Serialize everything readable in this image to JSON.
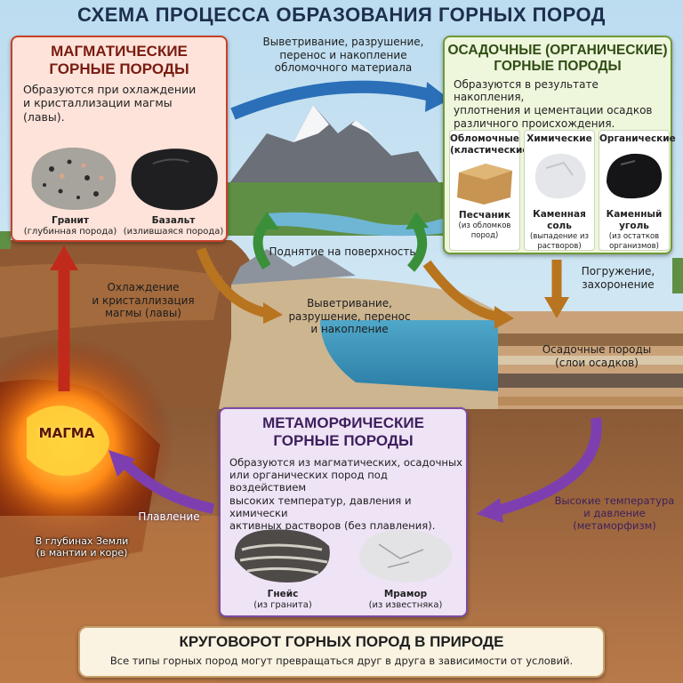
{
  "title": "СХЕМА ПРОЦЕССА ОБРАЗОВАНИЯ ГОРНЫХ ПОРОД",
  "igneous": {
    "title_line1": "МАГМАТИЧЕСКИЕ",
    "title_line2": "ГОРНЫЕ ПОРОДЫ",
    "desc_line1": "Образуются при охлаждении",
    "desc_line2": "и кристаллизации магмы",
    "desc_line3": "(лавы).",
    "rocks": [
      {
        "name": "Гранит",
        "note": "(глубинная порода)"
      },
      {
        "name": "Базальт",
        "note": "(излившаяся порода)"
      }
    ]
  },
  "sedimentary": {
    "title_line1": "ОСАДОЧНЫЕ (ОРГАНИЧЕСКИЕ)",
    "title_line2": "ГОРНЫЕ ПОРОДЫ",
    "desc_line1": "Образуются в результате накопления,",
    "desc_line2": "уплотнения и цементации осадков",
    "desc_line3": "различного происхождения.",
    "columns": [
      {
        "header_line1": "Обломочные",
        "header_line2": "(кластические)",
        "name": "Песчаник",
        "note_line1": "(из обломков пород)",
        "note_line2": ""
      },
      {
        "header_line1": "Химические",
        "header_line2": "",
        "name": "Каменная соль",
        "note_line1": "(выпадение из",
        "note_line2": "растворов)"
      },
      {
        "header_line1": "Органические",
        "header_line2": "",
        "name": "Каменный уголь",
        "note_line1": "(из остатков",
        "note_line2": "организмов)"
      }
    ]
  },
  "metamorphic": {
    "title_line1": "МЕТАМОРФИЧЕСКИЕ",
    "title_line2": "ГОРНЫЕ ПОРОДЫ",
    "desc_line1": "Образуются из магматических, осадочных",
    "desc_line2": "или органических пород под воздействием",
    "desc_line3": "высоких температур, давления и химически",
    "desc_line4": "активных растворов (без плавления).",
    "rocks": [
      {
        "name": "Гнейс",
        "note": "(из гранита)"
      },
      {
        "name": "Мрамор",
        "note": "(из известняка)"
      }
    ]
  },
  "labels": {
    "top_arrow_line1": "Выветривание, разрушение,",
    "top_arrow_line2": "перенос и накопление",
    "top_arrow_line3": "обломочного материала",
    "uplift": "Поднятие на поверхность",
    "weathering_line1": "Выветривание,",
    "weathering_line2": "разрушение, перенос",
    "weathering_line3": "и накопление",
    "burial_line1": "Погружение,",
    "burial_line2": "захоронение",
    "sed_layers_line1": "Осадочные породы",
    "sed_layers_line2": "(слои осадков)",
    "cooling_line1": "Охлаждение",
    "cooling_line2": "и кристаллизация",
    "cooling_line3": "магмы (лавы)",
    "magma": "МАГМА",
    "depth_line1": "В глубинах Земли",
    "depth_line2": "(в мантии и коре)",
    "melting": "Плавление",
    "hightemp_line1": "Высокие температура",
    "hightemp_line2": "и давление",
    "hightemp_line3": "(метаморфизм)"
  },
  "bottom": {
    "title": "КРУГОВОРОТ  ГОРНЫХ ПОРОД В ПРИРОДЕ",
    "subtitle": "Все типы горных пород могут превращаться друг в друга в зависимости от условий."
  }
}
